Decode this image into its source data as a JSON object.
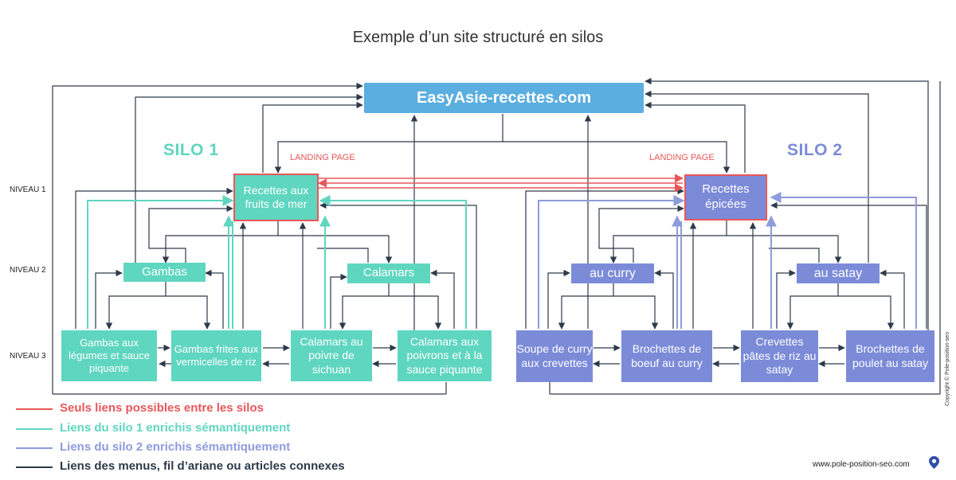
{
  "title": "Exemple d’un site structuré en silos",
  "root": "EasyAsie-recettes.com",
  "silo1": {
    "label": "SILO 1",
    "landing_label": "LANDING PAGE",
    "landing": "Recettes aux fruits de mer",
    "level2": [
      "Gambas",
      "Calamars"
    ],
    "level3": [
      "Gambas aux légumes et sauce piquante",
      "Gambas frites aux vermicelles de riz",
      "Calamars au poivre de sichuan",
      "Calamars aux poivrons et à la sauce piquante"
    ]
  },
  "silo2": {
    "label": "SILO 2",
    "landing_label": "LANDING PAGE",
    "landing": "Recettes épicées",
    "level2": [
      "au curry",
      "au satay"
    ],
    "level3": [
      "Soupe de curry aux crevettes",
      "Brochettes de boeuf au curry",
      "Crevettes pâtes de riz au satay",
      "Brochettes de poulet au satay"
    ]
  },
  "levels": [
    "NIVEAU 1",
    "NIVEAU 2",
    "NIVEAU 3"
  ],
  "legend": [
    {
      "text": "Seuls liens possibles entre les silos",
      "color": "#e8575a"
    },
    {
      "text": "Liens du silo 1 enrichis sémantiquement",
      "color": "#5fd6c0"
    },
    {
      "text": "Liens du silo 2 enrichis sémantiquement",
      "color": "#8e9bdc"
    },
    {
      "text": "Liens des menus, fil d’ariane ou articles connexes",
      "color": "#2d3a4a"
    }
  ],
  "footer": "www.pole-position-seo.com",
  "copyright": "Copyright © Pole-position-seo",
  "colors": {
    "root": "#5aaee0",
    "silo1": "#5fd6c0",
    "silo2": "#7b8bd8",
    "landing_border": "#e8575a",
    "dark_line": "#2d3a4a"
  }
}
